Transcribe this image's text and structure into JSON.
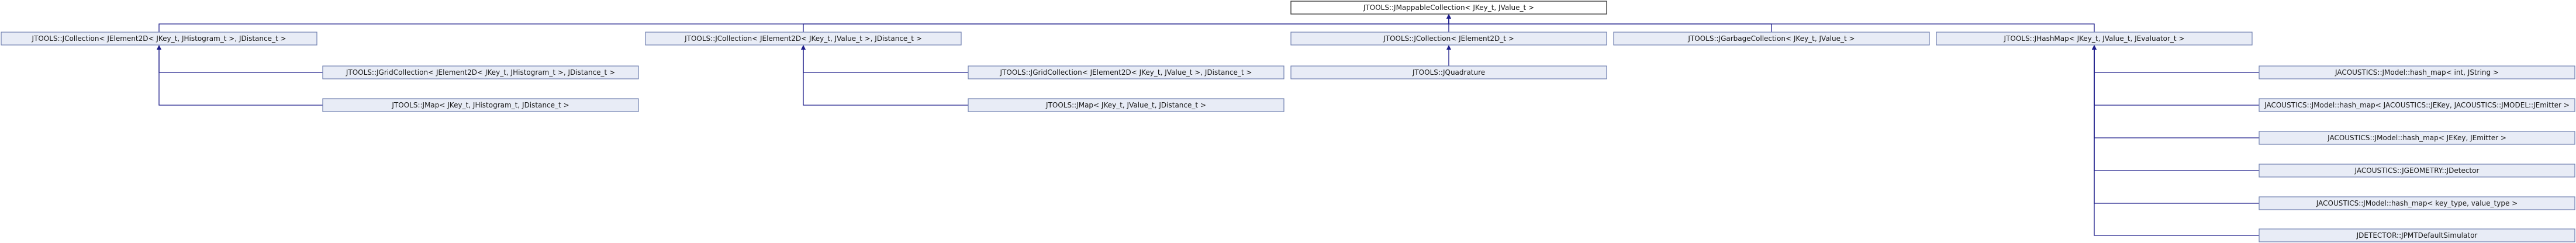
{
  "nodes": [
    {
      "id": "n0",
      "label": "JTOOLS::JMappableCollection< JKey_t, JValue_t >"
    },
    {
      "id": "n1",
      "label": "JTOOLS::JCollection< JElement2D< JKey_t, JHistogram_t >, JDistance_t >"
    },
    {
      "id": "n2",
      "label": "JTOOLS::JCollection< JElement2D< JKey_t, JValue_t >, JDistance_t >"
    },
    {
      "id": "n3",
      "label": "JTOOLS::JCollection< JElement2D_t >"
    },
    {
      "id": "n4",
      "label": "JTOOLS::JGarbageCollection< JKey_t, JValue_t >"
    },
    {
      "id": "n5",
      "label": "JTOOLS::JHashMap< JKey_t, JValue_t, JEvaluator_t >"
    },
    {
      "id": "n6",
      "label": "JTOOLS::JGridCollection< JElement2D< JKey_t, JHistogram_t >, JDistance_t >"
    },
    {
      "id": "n7",
      "label": "JTOOLS::JMap< JKey_t, JHistogram_t, JDistance_t >"
    },
    {
      "id": "n8",
      "label": "JTOOLS::JGridCollection< JElement2D< JKey_t, JValue_t >, JDistance_t >"
    },
    {
      "id": "n9",
      "label": "JTOOLS::JMap< JKey_t, JValue_t, JDistance_t >"
    },
    {
      "id": "n10",
      "label": "JTOOLS::JQuadrature"
    },
    {
      "id": "n11",
      "label": "JACOUSTICS::JModel::hash_map< int, JString >"
    },
    {
      "id": "n12",
      "label": "JACOUSTICS::JModel::hash_map< JACOUSTICS::JEKey, JACOUSTICS::JMODEL::JEmitter >"
    },
    {
      "id": "n13",
      "label": "JACOUSTICS::JModel::hash_map< JEKey, JEmitter >"
    },
    {
      "id": "n14",
      "label": "JACOUSTICS::JGEOMETRY::JDetector"
    },
    {
      "id": "n15",
      "label": "JACOUSTICS::JModel::hash_map< key_type, value_type >"
    },
    {
      "id": "n16",
      "label": "JDETECTOR::JPMTDefaultSimulator"
    }
  ],
  "edges": [
    {
      "from": "n1",
      "to": "n0"
    },
    {
      "from": "n2",
      "to": "n0"
    },
    {
      "from": "n3",
      "to": "n0"
    },
    {
      "from": "n4",
      "to": "n0"
    },
    {
      "from": "n5",
      "to": "n0"
    },
    {
      "from": "n6",
      "to": "n1"
    },
    {
      "from": "n7",
      "to": "n1"
    },
    {
      "from": "n8",
      "to": "n2"
    },
    {
      "from": "n9",
      "to": "n2"
    },
    {
      "from": "n10",
      "to": "n3"
    },
    {
      "from": "n11",
      "to": "n5"
    },
    {
      "from": "n12",
      "to": "n5"
    },
    {
      "from": "n13",
      "to": "n5"
    },
    {
      "from": "n14",
      "to": "n5"
    },
    {
      "from": "n15",
      "to": "n5"
    },
    {
      "from": "n16",
      "to": "n5"
    }
  ],
  "colors": {
    "box_fill": "#e8ecf6",
    "box_stroke": "#6f7faf",
    "edge": "#1d1d8a",
    "root_fill": "#ffffff"
  }
}
